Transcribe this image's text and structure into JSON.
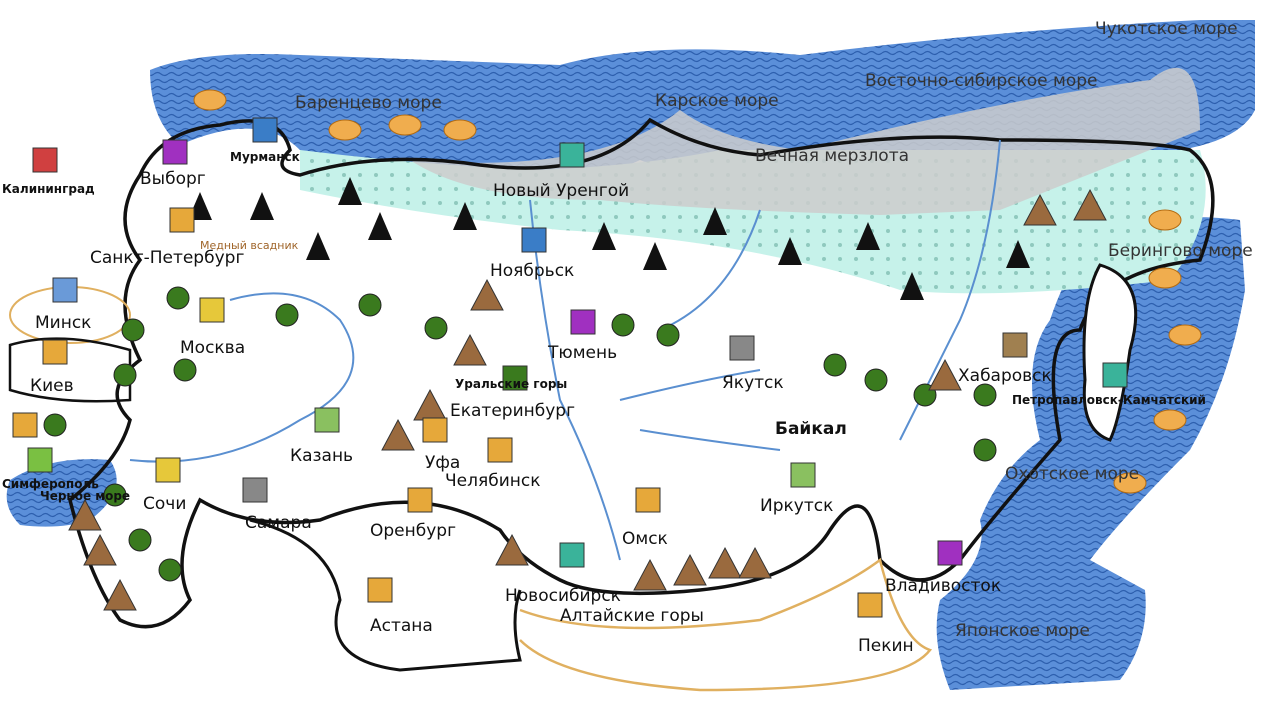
{
  "seas": {
    "chukchi": "Чукотское море",
    "east_siberian": "Восточно-сибирское море",
    "kara": "Карское море",
    "barents": "Баренцево море",
    "bering": "Берингово море",
    "okhotsk": "Охотское море",
    "japan": "Японское море",
    "black": "Черное море"
  },
  "regions": {
    "permafrost": "Вечная мерзлота",
    "urals": "Уральские горы",
    "altai": "Алтайские горы",
    "baikal": "Байкал",
    "bronze_horseman": "Медный всадник"
  },
  "cities": {
    "kaliningrad": "Калининград",
    "vyborg": "Выборг",
    "murmansk": "Мурманск",
    "spb": "Санкт-Петербург",
    "minsk": "Минск",
    "moscow": "Москва",
    "kiev": "Киев",
    "simferopol": "Симферополь",
    "sochi": "Сочи",
    "kazan": "Казань",
    "samara": "Самара",
    "ufa": "Уфа",
    "orenburg": "Оренбург",
    "chelyabinsk": "Челябинск",
    "yekaterinburg": "Екатеринбург",
    "tyumen": "Тюмень",
    "noyabrsk": "Ноябрьск",
    "novy_urengoy": "Новый Уренгой",
    "omsk": "Омск",
    "novosibirsk": "Новосибирск",
    "astana": "Астана",
    "yakutsk": "Якутск",
    "irkutsk": "Иркутск",
    "khabarovsk": "Хабаровск",
    "petropavlovsk": "Петропавловск-Камчатский",
    "vladivostok": "Владивосток",
    "beijing": "Пекин"
  },
  "colors": {
    "sea": "#4a86d8",
    "permafrost": "#cfcfcf",
    "tundra": "#bff0e6",
    "land_outline": "#111111",
    "river": "#5a8fd0",
    "border": "#e0b060"
  }
}
